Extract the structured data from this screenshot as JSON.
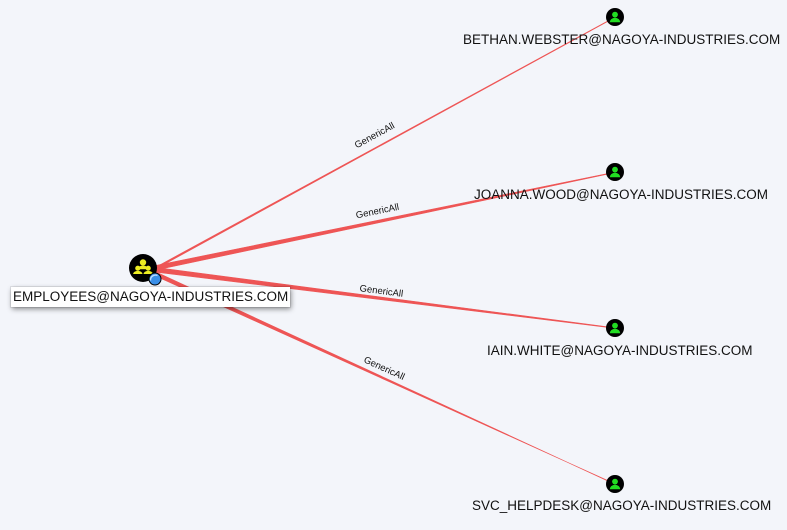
{
  "colors": {
    "background": "#f3f5fa",
    "edge": "#ee5555",
    "user_node_fill": "#22dd22",
    "group_node_fill": "#eeee22",
    "node_outline": "#000000",
    "badge_fill": "#3a8fe8"
  },
  "graph": {
    "source": {
      "label": "EMPLOYEES@NAGOYA-INDUSTRIES.COM",
      "icon": "group-icon",
      "selected": true
    },
    "targets": [
      {
        "label": "BETHAN.WEBSTER@NAGOYA-INDUSTRIES.COM",
        "icon": "user-icon"
      },
      {
        "label": "JOANNA.WOOD@NAGOYA-INDUSTRIES.COM",
        "icon": "user-icon"
      },
      {
        "label": "IAIN.WHITE@NAGOYA-INDUSTRIES.COM",
        "icon": "user-icon"
      },
      {
        "label": "SVC_HELPDESK@NAGOYA-INDUSTRIES.COM",
        "icon": "user-icon"
      }
    ],
    "edges": [
      {
        "label": "GenericAll"
      },
      {
        "label": "GenericAll"
      },
      {
        "label": "GenericAll"
      },
      {
        "label": "GenericAll"
      }
    ]
  }
}
